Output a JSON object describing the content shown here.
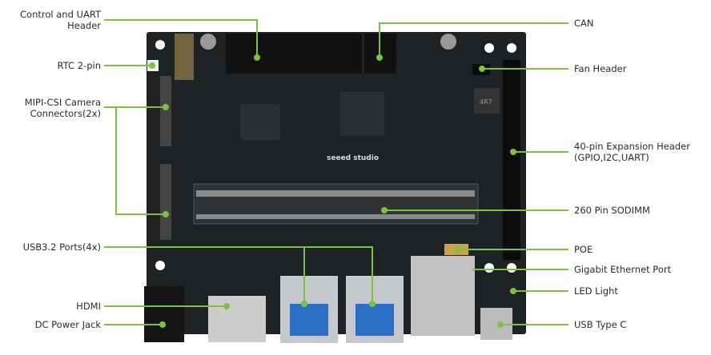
{
  "accent_color": "#7cc142",
  "board_color": "#1f2224",
  "labels_left": [
    {
      "line1": "Control and UART",
      "line2": "Header"
    },
    {
      "line1": "RTC 2-pin"
    },
    {
      "line1": "MIPI-CSI Camera",
      "line2": "Connectors(2x)"
    },
    {
      "line1": "USB3.2 Ports(4x)"
    },
    {
      "line1": "HDMI"
    },
    {
      "line1": "DC Power Jack"
    }
  ],
  "labels_right": [
    {
      "line1": "CAN"
    },
    {
      "line1": "Fan Header"
    },
    {
      "line1": "40-pin Expansion Header",
      "line2": "(GPIO,I2C,UART)"
    },
    {
      "line1": "260 Pin SODIMM"
    },
    {
      "line1": "POE"
    },
    {
      "line1": "Gigabit Ethernet Port"
    },
    {
      "line1": "LED Light"
    },
    {
      "line1": "USB Type C"
    }
  ],
  "board": {
    "brand": "seeed studio",
    "silkscreen": "4R7"
  }
}
